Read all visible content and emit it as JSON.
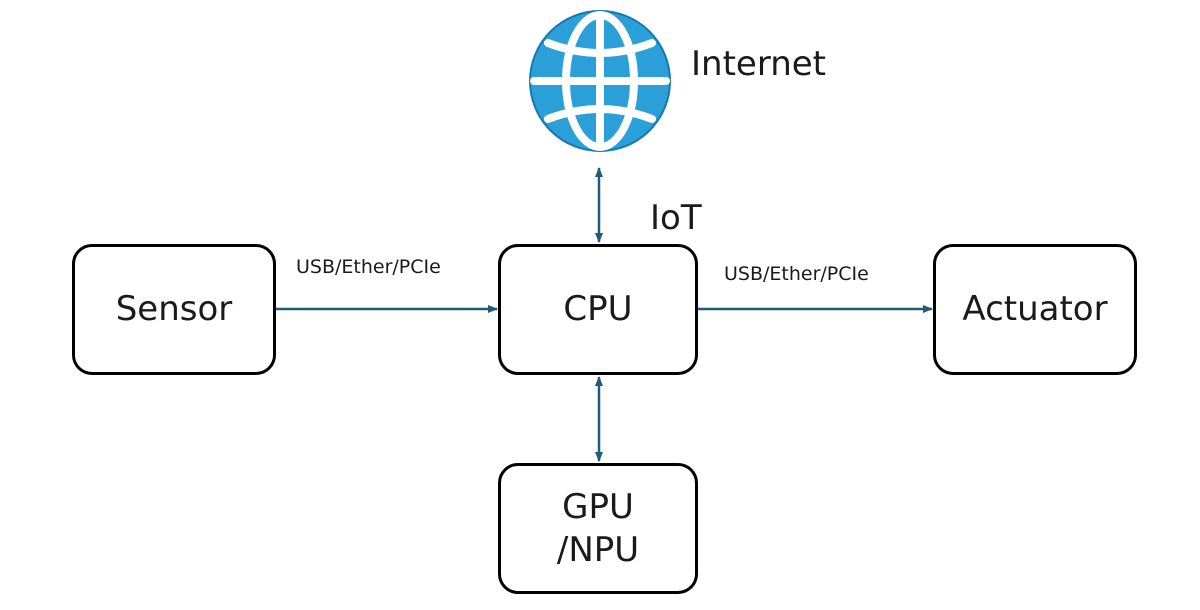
{
  "nodes": {
    "sensor": "Sensor",
    "cpu": "CPU",
    "actuator": "Actuator",
    "gpu": "GPU\n/NPU"
  },
  "labels": {
    "internet": "Internet",
    "iot": "IoT",
    "sensor_to_cpu": "USB/Ether/PCIe",
    "cpu_to_actuator": "USB/Ether/PCIe"
  },
  "colors": {
    "arrow": "#1f5c7a",
    "globe_fill": "#2a9fd8",
    "globe_stroke": "#1878b0",
    "box_border": "#000000"
  },
  "icons": {
    "internet": "globe-icon"
  },
  "edges": [
    {
      "from": "sensor",
      "to": "cpu",
      "direction": "one-way"
    },
    {
      "from": "cpu",
      "to": "actuator",
      "direction": "one-way"
    },
    {
      "from": "cpu",
      "to": "internet",
      "direction": "two-way"
    },
    {
      "from": "cpu",
      "to": "gpu",
      "direction": "two-way"
    }
  ]
}
